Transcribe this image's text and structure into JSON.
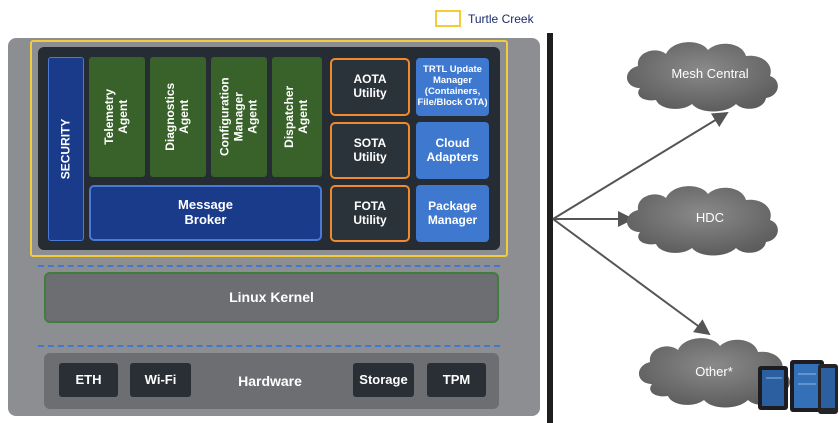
{
  "legend": {
    "label": "Turtle Creek",
    "color": "#f2cc3c"
  },
  "security": {
    "label": "SECURITY"
  },
  "agents": [
    {
      "label": "Telemetry\nAgent"
    },
    {
      "label": "Diagnostics\nAgent"
    },
    {
      "label": "Configuration\nManager\nAgent"
    },
    {
      "label": "Dispatcher\nAgent"
    }
  ],
  "message_broker": {
    "label": "Message\nBroker"
  },
  "utilities": {
    "aota": "AOTA\nUtility",
    "sota": "SOTA\nUtility",
    "fota": "FOTA\nUtility"
  },
  "services": {
    "trtl": "TRTL Update\nManager\n(Containers,\nFile/Block OTA)",
    "cloud_adapters": "Cloud\nAdapters",
    "package_manager": "Package\nManager"
  },
  "kernel": {
    "label": "Linux Kernel"
  },
  "hardware": {
    "label": "Hardware",
    "items": [
      "ETH",
      "Wi-Fi",
      "Storage",
      "TPM"
    ]
  },
  "clouds": [
    {
      "label": "Mesh Central"
    },
    {
      "label": "HDC"
    },
    {
      "label": "Other*"
    }
  ],
  "colors": {
    "agent_green": "#38622a",
    "dark_blue": "#1a3a8a",
    "service_blue": "#3f79cf",
    "utility_orange": "#f08a2c",
    "panel_gray": "#8c8e92"
  }
}
